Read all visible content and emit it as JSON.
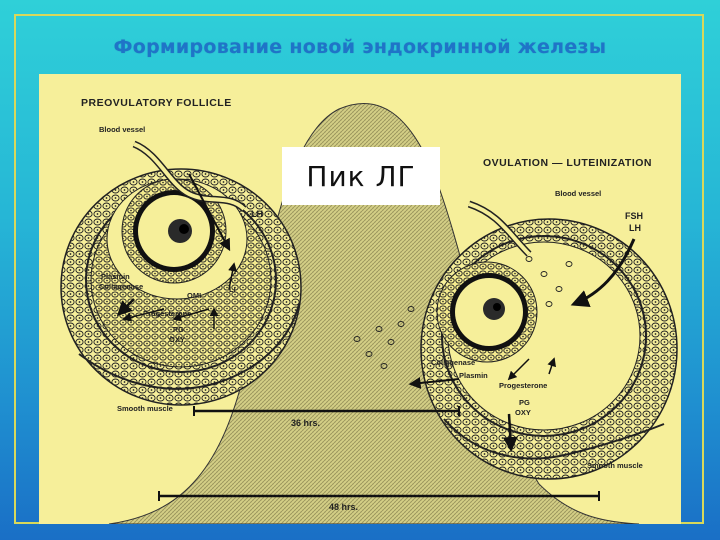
{
  "slide": {
    "title": "Формирование новой эндокринной железы"
  },
  "figure": {
    "peak_label": "Пик ЛГ",
    "left_panel": {
      "heading": "PREOVULATORY FOLLICLE",
      "labels": {
        "blood_vessel": "Blood vessel",
        "lh": "LH",
        "plasmin": "Plasmin",
        "collagenase": "Collagenase",
        "omi": "OMI",
        "li": "LI",
        "progesterone": "Progesterone",
        "pg": "PG",
        "oxy": "OXY",
        "smooth_muscle": "Smooth muscle"
      }
    },
    "right_panel": {
      "heading": "OVULATION — LUTEINIZATION",
      "labels": {
        "blood_vessel": "Blood vessel",
        "fsh": "FSH",
        "lh": "LH",
        "collagenase": "Collagenase",
        "plasmin": "Plasmin",
        "progesterone": "Progesterone",
        "pg": "PG",
        "oxy": "OXY",
        "smooth_muscle": "Smooth muscle"
      }
    },
    "timeline": {
      "inner_duration": "36 hrs.",
      "outer_duration": "48 hrs."
    }
  },
  "colors": {
    "background_top": "#2fd0d8",
    "background_bottom": "#1a6fc6",
    "title": "#1f74c8",
    "figure_bg": "#f6ef9a",
    "frame": "#d8d85a"
  }
}
